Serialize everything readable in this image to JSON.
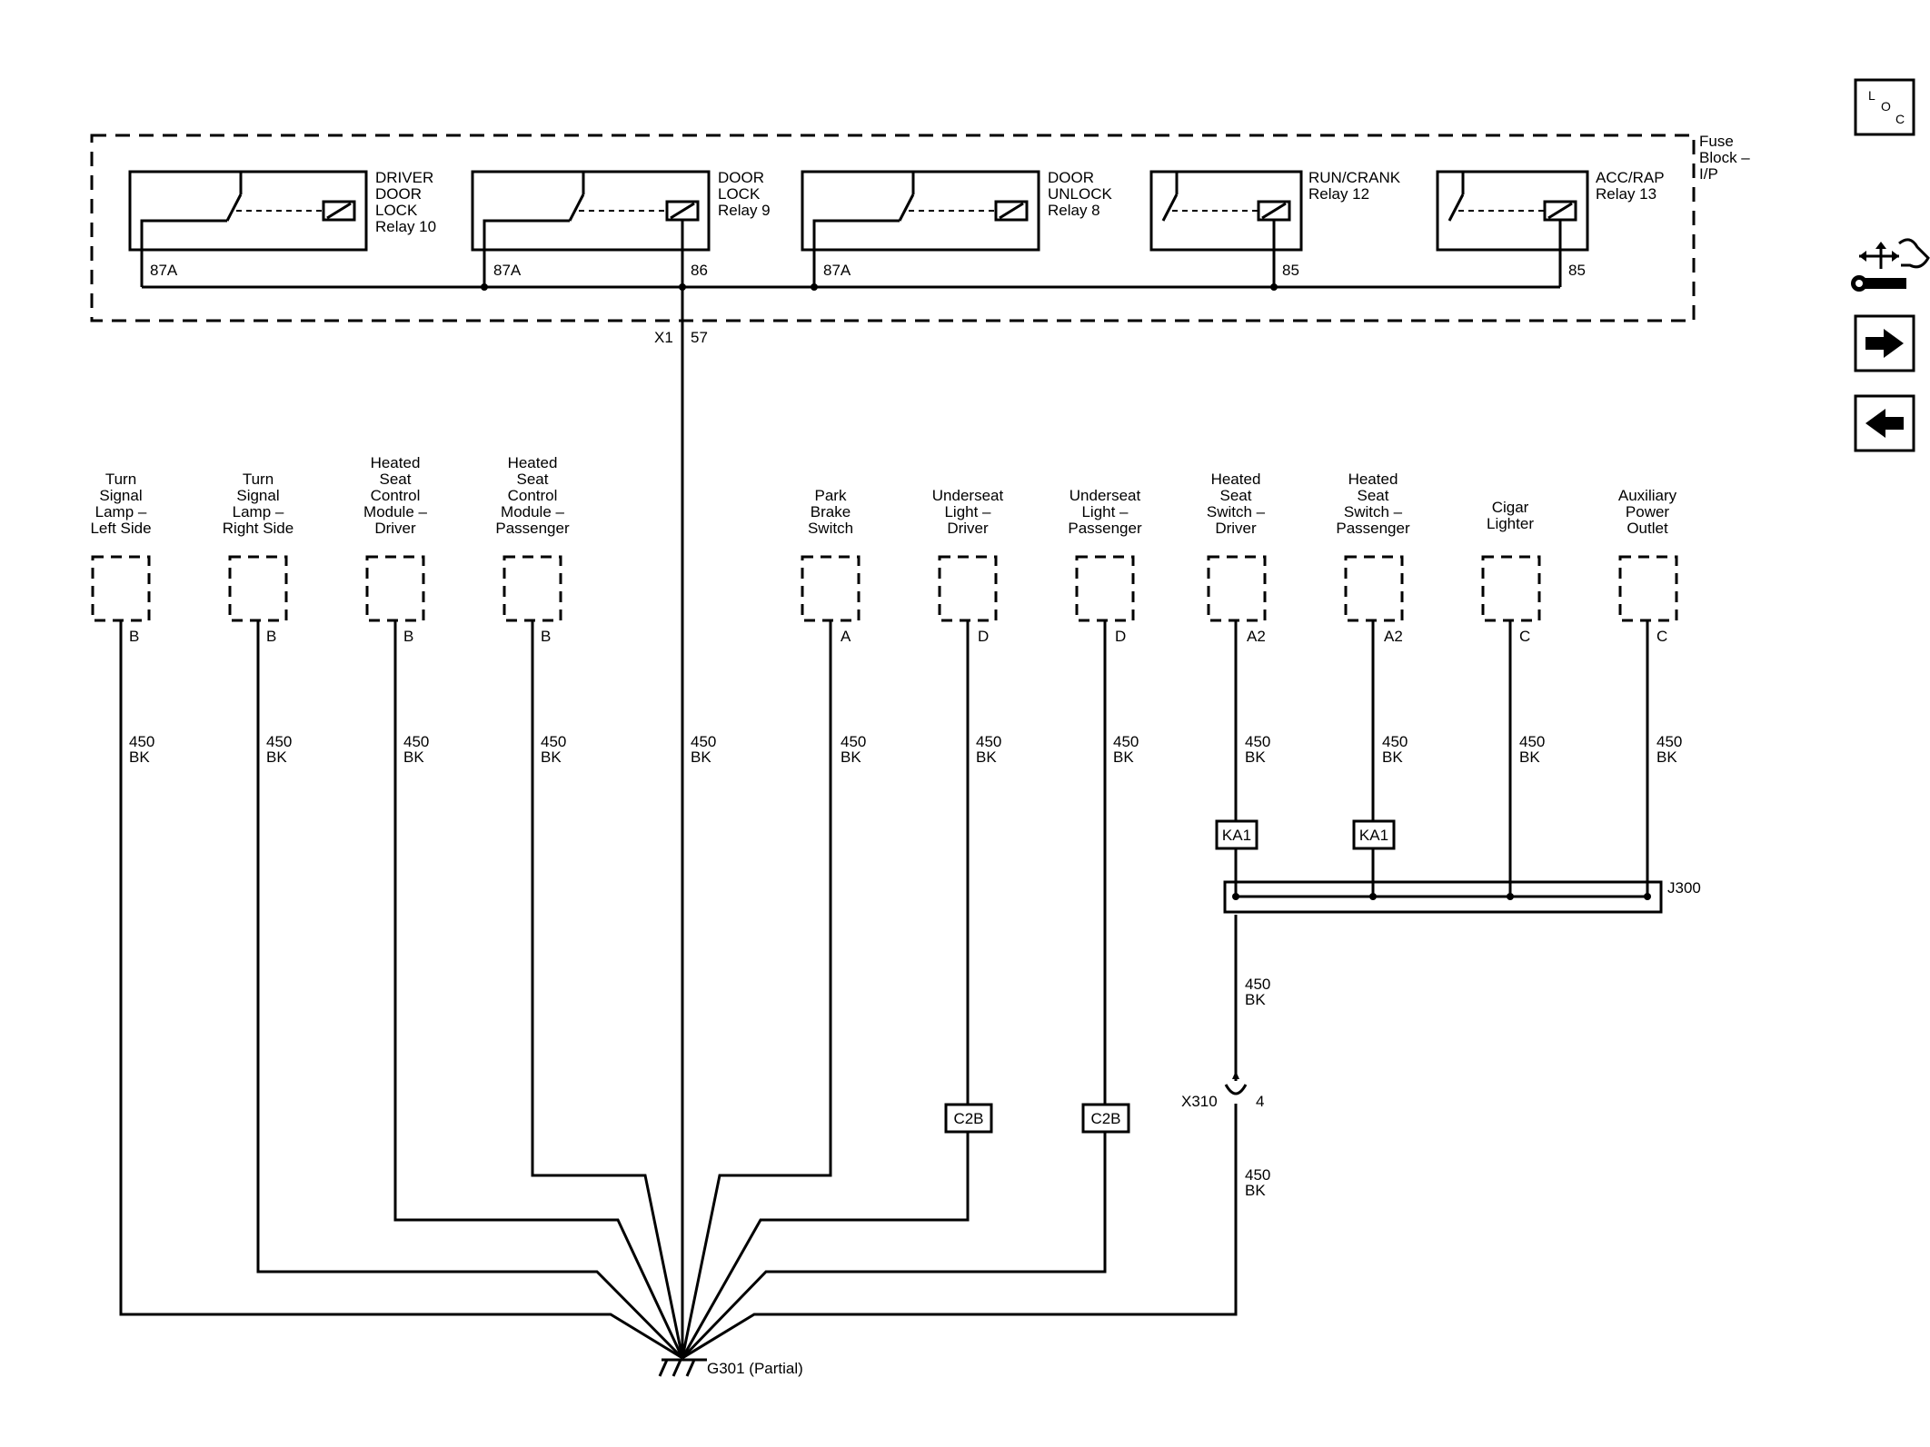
{
  "fuse_block": {
    "label_lines": [
      "Fuse",
      "Block –",
      "I/P"
    ]
  },
  "relays": [
    {
      "lines": [
        "DRIVER",
        "DOOR",
        "LOCK",
        "Relay 10"
      ],
      "pin": "87A"
    },
    {
      "lines": [
        "DOOR",
        "LOCK",
        "Relay 9"
      ],
      "pin": "87A",
      "pin2": "86"
    },
    {
      "lines": [
        "DOOR",
        "UNLOCK",
        "Relay 8"
      ],
      "pin": "87A"
    },
    {
      "lines": [
        "RUN/CRANK",
        "Relay 12"
      ],
      "pin": "85"
    },
    {
      "lines": [
        "ACC/RAP",
        "Relay 13"
      ],
      "pin": "85"
    }
  ],
  "connector_x1": {
    "name": "X1",
    "pin": "57"
  },
  "components": [
    {
      "lines": [
        "Turn",
        "Signal",
        "Lamp –",
        "Left Side"
      ],
      "pin": "B"
    },
    {
      "lines": [
        "Turn",
        "Signal",
        "Lamp –",
        "Right Side"
      ],
      "pin": "B"
    },
    {
      "lines": [
        "Heated",
        "Seat",
        "Control",
        "Module –",
        "Driver"
      ],
      "pin": "B"
    },
    {
      "lines": [
        "Heated",
        "Seat",
        "Control",
        "Module –",
        "Passenger"
      ],
      "pin": "B"
    },
    {
      "lines": [
        "Park",
        "Brake",
        "Switch"
      ],
      "pin": "A"
    },
    {
      "lines": [
        "Underseat",
        "Light –",
        "Driver"
      ],
      "pin": "D"
    },
    {
      "lines": [
        "Underseat",
        "Light –",
        "Passenger"
      ],
      "pin": "D"
    },
    {
      "lines": [
        "Heated",
        "Seat",
        "Switch –",
        "Driver"
      ],
      "pin": "A2"
    },
    {
      "lines": [
        "Heated",
        "Seat",
        "Switch –",
        "Passenger"
      ],
      "pin": "A2"
    },
    {
      "lines": [
        "Cigar",
        "Lighter"
      ],
      "pin": "C"
    },
    {
      "lines": [
        "Auxiliary",
        "Power",
        "Outlet"
      ],
      "pin": "C"
    }
  ],
  "wire": {
    "circuit": "450",
    "color": "BK"
  },
  "inline_connectors": {
    "ka1": "KA1",
    "c2b": "C2B"
  },
  "splice": "J300",
  "connector_x310": {
    "name": "X310",
    "pin": "4"
  },
  "ground": "G301 (Partial)",
  "nav": {
    "loc_icon": {
      "letters": [
        "L",
        "O",
        "C"
      ]
    },
    "icons": [
      "wrench-arrows-icon",
      "arrow-right-icon",
      "arrow-left-icon"
    ]
  }
}
